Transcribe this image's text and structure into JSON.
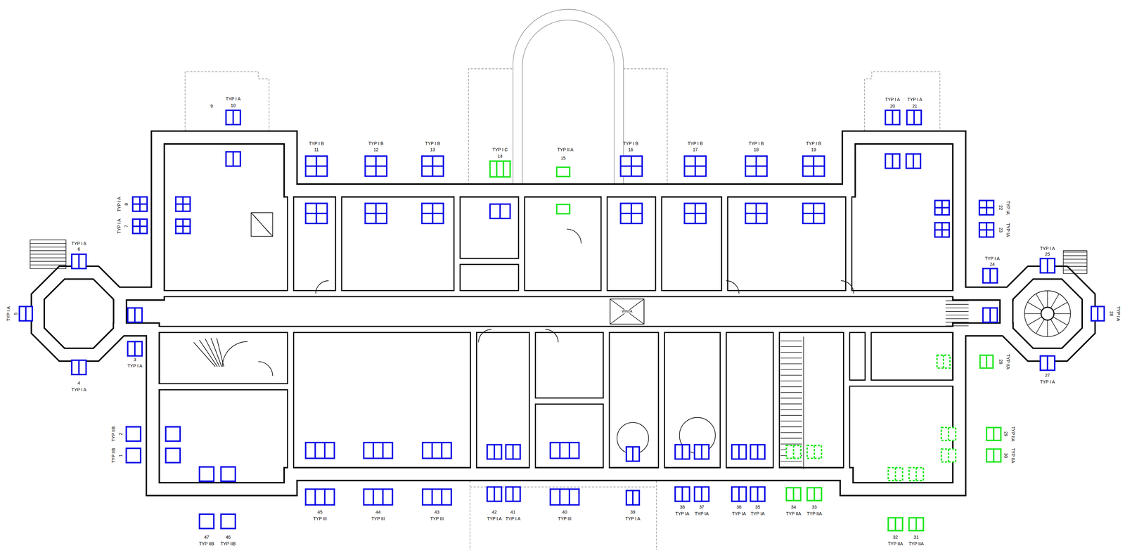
{
  "diagram": {
    "nodes": [
      {
        "text": [
          "WINDA"
        ]
      }
    ],
    "labels": [
      "TYP I A",
      "9",
      "10",
      "TYP I B",
      "11",
      "TYP I B",
      "12",
      "TYP I B",
      "13",
      "TYP I C",
      "14",
      "TYP II A",
      "15",
      "TYP I B",
      "16",
      "TYP I B",
      "17",
      "TYP I B",
      "18",
      "TYP I B",
      "19",
      "TYP I A",
      "TYP I A",
      "20",
      "21",
      "TYP I A",
      "8",
      "TYP I A",
      "7",
      "TYP I A",
      "6",
      "TYP I A",
      "5",
      "3",
      "TYP I A",
      "4",
      "TYP I A",
      "TYP IA",
      "22",
      "TYP IA",
      "23",
      "TYP I A",
      "24",
      "TYP I A",
      "25",
      "TYP I A",
      "26",
      "TYP IIA",
      "28",
      "27",
      "TYP I A",
      "TYP IIB",
      "2",
      "TYP IIB",
      "1",
      "TYP IIA",
      "29",
      "TYP IIA",
      "30",
      "45",
      "TYP III",
      "44",
      "TYP III",
      "43",
      "TYP III",
      "42",
      "TYP I A",
      "41",
      "TYP I A",
      "40",
      "TYP III",
      "39",
      "TYP I A",
      "38",
      "TYP IA",
      "37",
      "TYP IA",
      "36",
      "TYP IA",
      "35",
      "TYP IA",
      "34",
      "TYP IIA",
      "33",
      "TYP IIA",
      "32",
      "TYP IIA",
      "31",
      "TYP IIA",
      "47",
      "TYP IIB",
      "46",
      "TYP IIB"
    ]
  }
}
